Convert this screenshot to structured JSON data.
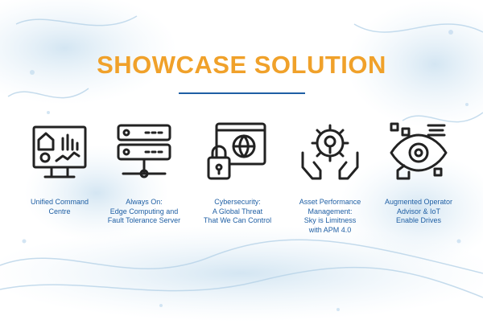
{
  "colors": {
    "title": "#f0a12a",
    "accent_line": "#1f5fa4",
    "label": "#1f5fa4",
    "icon_stroke": "#222222"
  },
  "title": "SHOWCASE SOLUTION",
  "solutions": [
    {
      "icon": "dashboard-monitor-icon",
      "label": "Unified Command\nCentre"
    },
    {
      "icon": "server-network-icon",
      "label": "Always On:\nEdge Computing and\nFault Tolerance Server"
    },
    {
      "icon": "web-security-lock-icon",
      "label": "Cybersecurity:\nA Global Threat\nThat We Can Control"
    },
    {
      "icon": "hands-gear-icon",
      "label": "Asset Performance\nManagement:\nSky is Limitness\nwith APM 4.0"
    },
    {
      "icon": "eye-iot-icon",
      "label": "Augmented Operator\nAdvisor & IoT\nEnable Drives"
    }
  ]
}
